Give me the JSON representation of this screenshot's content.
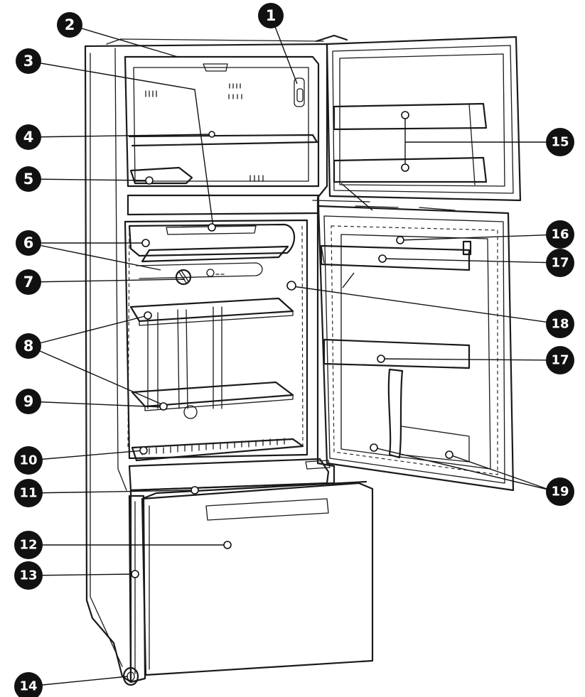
{
  "diagram": {
    "callouts": [
      {
        "id": "c1",
        "label": "1"
      },
      {
        "id": "c2",
        "label": "2"
      },
      {
        "id": "c3",
        "label": "3"
      },
      {
        "id": "c4",
        "label": "4"
      },
      {
        "id": "c5",
        "label": "5"
      },
      {
        "id": "c6",
        "label": "6"
      },
      {
        "id": "c7",
        "label": "7"
      },
      {
        "id": "c8",
        "label": "8"
      },
      {
        "id": "c9",
        "label": "9"
      },
      {
        "id": "c10",
        "label": "10"
      },
      {
        "id": "c11",
        "label": "11"
      },
      {
        "id": "c12",
        "label": "12"
      },
      {
        "id": "c13",
        "label": "13"
      },
      {
        "id": "c14",
        "label": "14"
      },
      {
        "id": "c15",
        "label": "15"
      },
      {
        "id": "c16",
        "label": "16"
      },
      {
        "id": "c17a",
        "label": "17"
      },
      {
        "id": "c17b",
        "label": "17"
      },
      {
        "id": "c18",
        "label": "18"
      },
      {
        "id": "c19",
        "label": "19"
      }
    ]
  }
}
